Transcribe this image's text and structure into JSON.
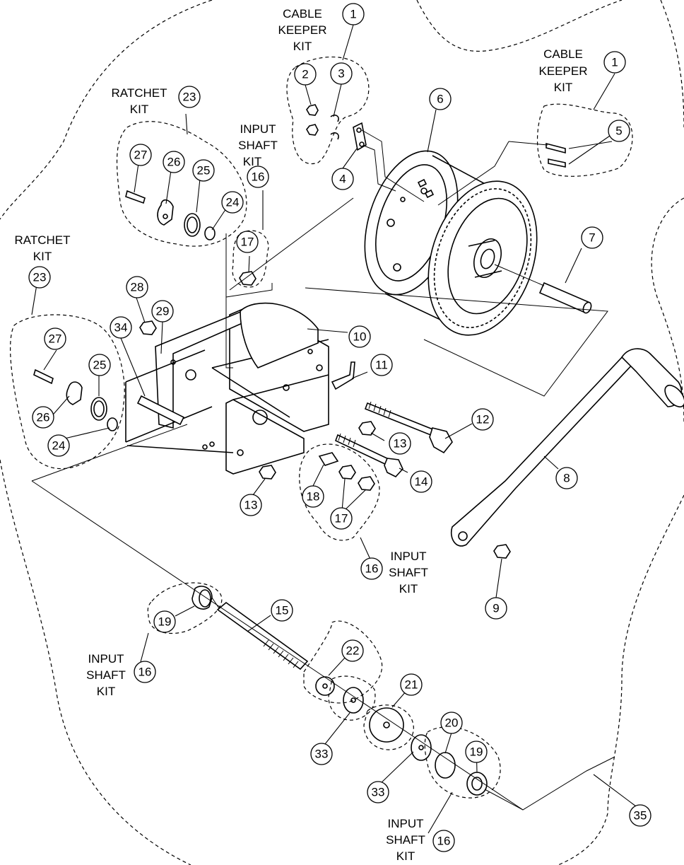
{
  "callouts": [
    {
      "id": "c1a",
      "label": "1"
    },
    {
      "id": "c1b",
      "label": "1"
    },
    {
      "id": "c2",
      "label": "2"
    },
    {
      "id": "c3",
      "label": "3"
    },
    {
      "id": "c4",
      "label": "4"
    },
    {
      "id": "c5",
      "label": "5"
    },
    {
      "id": "c6",
      "label": "6"
    },
    {
      "id": "c7",
      "label": "7"
    },
    {
      "id": "c8",
      "label": "8"
    },
    {
      "id": "c9",
      "label": "9"
    },
    {
      "id": "c10",
      "label": "10"
    },
    {
      "id": "c11",
      "label": "11"
    },
    {
      "id": "c12",
      "label": "12"
    },
    {
      "id": "c13a",
      "label": "13"
    },
    {
      "id": "c13b",
      "label": "13"
    },
    {
      "id": "c14",
      "label": "14"
    },
    {
      "id": "c15",
      "label": "15"
    },
    {
      "id": "c16a",
      "label": "16"
    },
    {
      "id": "c16b",
      "label": "16"
    },
    {
      "id": "c16c",
      "label": "16"
    },
    {
      "id": "c16d",
      "label": "16"
    },
    {
      "id": "c17a",
      "label": "17"
    },
    {
      "id": "c17b",
      "label": "17"
    },
    {
      "id": "c18",
      "label": "18"
    },
    {
      "id": "c19a",
      "label": "19"
    },
    {
      "id": "c19b",
      "label": "19"
    },
    {
      "id": "c20",
      "label": "20"
    },
    {
      "id": "c21",
      "label": "21"
    },
    {
      "id": "c22",
      "label": "22"
    },
    {
      "id": "c23a",
      "label": "23"
    },
    {
      "id": "c23b",
      "label": "23"
    },
    {
      "id": "c24a",
      "label": "24"
    },
    {
      "id": "c24b",
      "label": "24"
    },
    {
      "id": "c25a",
      "label": "25"
    },
    {
      "id": "c25b",
      "label": "25"
    },
    {
      "id": "c26a",
      "label": "26"
    },
    {
      "id": "c26b",
      "label": "26"
    },
    {
      "id": "c27a",
      "label": "27"
    },
    {
      "id": "c27b",
      "label": "27"
    },
    {
      "id": "c28",
      "label": "28"
    },
    {
      "id": "c29",
      "label": "29"
    },
    {
      "id": "c33a",
      "label": "33"
    },
    {
      "id": "c33b",
      "label": "33"
    },
    {
      "id": "c34",
      "label": "34"
    },
    {
      "id": "c35",
      "label": "35"
    }
  ],
  "kits": {
    "cable_keeper_top": [
      "CABLE",
      "KEEPER",
      "KIT"
    ],
    "cable_keeper_right": [
      "CABLE",
      "KEEPER",
      "KIT"
    ],
    "ratchet_top": [
      "RATCHET",
      "KIT"
    ],
    "ratchet_left": [
      "RATCHET",
      "KIT"
    ],
    "input_shaft_top": [
      "INPUT",
      "SHAFT",
      "KIT"
    ],
    "input_shaft_mid": [
      "INPUT",
      "SHAFT",
      "KIT"
    ],
    "input_shaft_left": [
      "INPUT",
      "SHAFT",
      "KIT"
    ],
    "input_shaft_bottom": [
      "INPUT",
      "SHAFT",
      "KIT"
    ]
  }
}
